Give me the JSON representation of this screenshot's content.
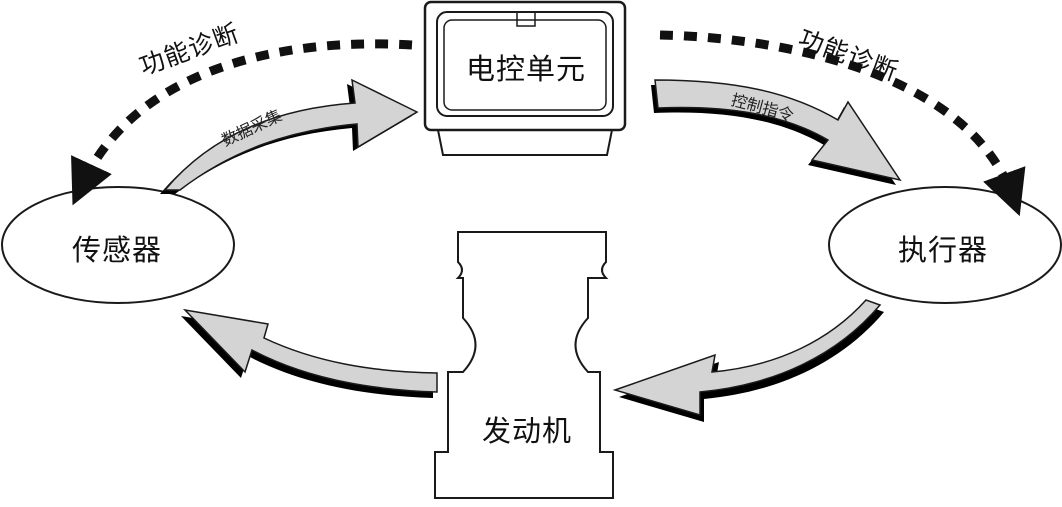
{
  "nodes": {
    "ecu": "电控单元",
    "sensor": "传感器",
    "actuator": "执行器",
    "engine": "发动机"
  },
  "arrows": {
    "data_collection": "数据采集",
    "control_command": "控制指令"
  },
  "diagnosis": {
    "left": "功能诊断",
    "right": "功能诊断"
  },
  "colors": {
    "arrow_fill": "#d4d4d4",
    "arrow_shadow": "#000000",
    "stroke": "#1a1a1a"
  }
}
